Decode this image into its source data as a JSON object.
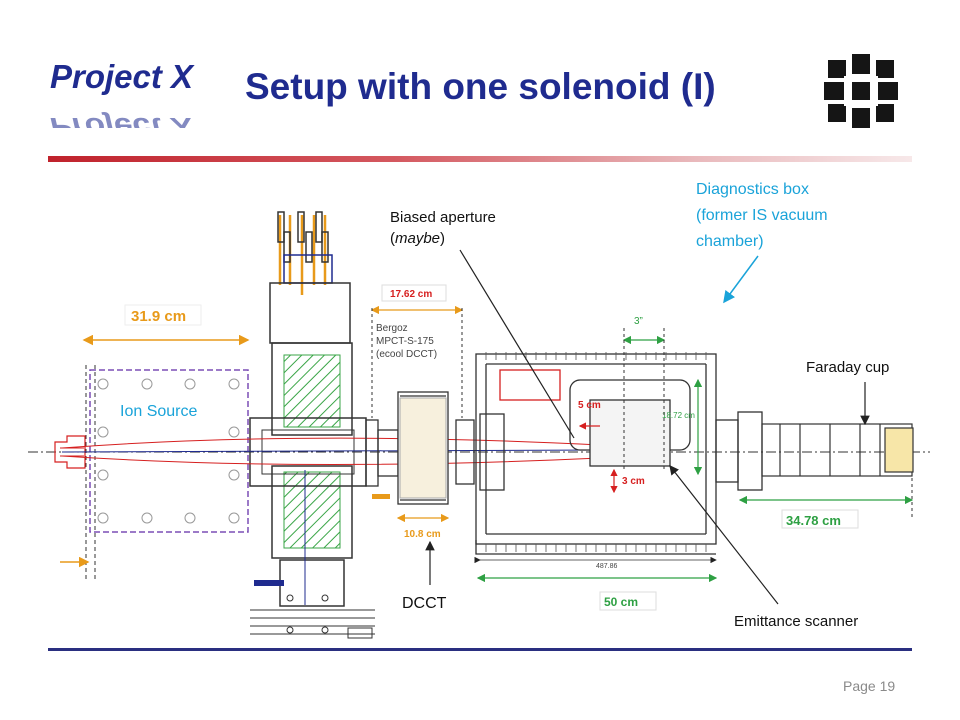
{
  "logo": {
    "text": "Project X",
    "color": "#1f2b8f"
  },
  "title": "Setup with one solenoid (I)",
  "page": "Page 19",
  "labels": {
    "biased_aperture_1": "Biased aperture",
    "biased_aperture_paren_open": "(",
    "biased_aperture_maybe": "maybe",
    "biased_aperture_paren_close": ")",
    "diag_box_1": "Diagnostics box",
    "diag_box_2": "(former IS vacuum",
    "diag_box_3": "chamber)",
    "faraday_cup": "Faraday cup",
    "ion_source": "Ion Source",
    "dcct": "DCCT",
    "emittance_scanner": "Emittance scanner",
    "bergoz_1": "Bergoz",
    "bergoz_2": "MPCT-S-175",
    "bergoz_3": "(ecool DCCT)"
  },
  "dimensions": {
    "d_31_9": "31.9 cm",
    "d_17_62": "17.62 cm",
    "d_10_8": "10.8 cm",
    "d_3in": "3”",
    "d_5cm": "5 cm",
    "d_3cm": "3 cm",
    "d_18_72": "18.72 cm",
    "d_34_78": "34.78 cm",
    "d_487_86": "487.86",
    "d_50": "50 cm"
  },
  "colors": {
    "title_blue": "#1f2b8f",
    "diag_cyan": "#1aa3d9",
    "dim_orange": "#e89a1a",
    "dim_green": "#2ea043",
    "dim_red": "#d62020",
    "source_purple": "#7b4fb5",
    "coil_green": "#3aa547"
  }
}
